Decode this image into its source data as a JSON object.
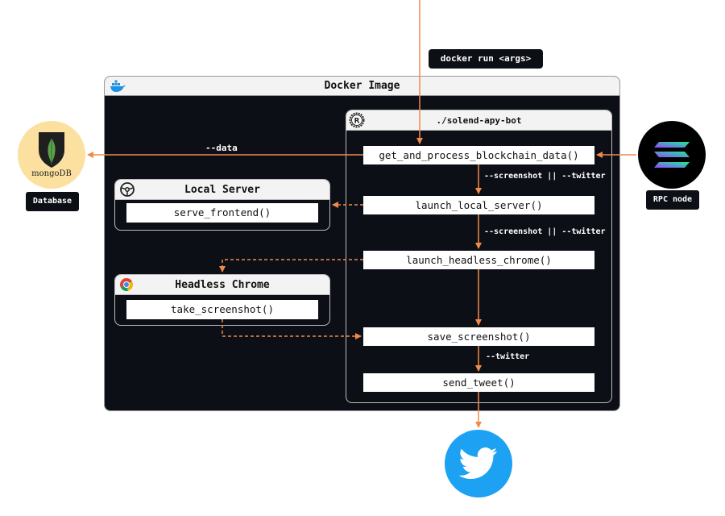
{
  "command_label": "docker run <args>",
  "docker_image": {
    "title": "Docker Image",
    "icon": "docker-whale-icon"
  },
  "bot": {
    "title": "./solend-apy-bot",
    "icon": "rust-icon",
    "steps": [
      "get_and_process_blockchain_data()",
      "launch_local_server()",
      "launch_headless_chrome()",
      "save_screenshot()",
      "send_tweet()"
    ],
    "edge_labels": [
      "--screenshot || --twitter",
      "--screenshot || --twitter",
      "--twitter"
    ]
  },
  "local_server": {
    "title": "Local Server",
    "icon": "steering-wheel-icon",
    "function": "serve_frontend()"
  },
  "headless_chrome": {
    "title": "Headless Chrome",
    "icon": "chrome-icon",
    "function": "take_screenshot()"
  },
  "database": {
    "logo_text": "mongoDB",
    "label": "Database",
    "data_label": "--data"
  },
  "rpc": {
    "label": "RPC node",
    "icon": "solana-logo-icon"
  },
  "twitter": {
    "icon": "twitter-bird-icon"
  },
  "colors": {
    "arrow": "#f08a4b",
    "background": "#0d0f16",
    "twitter": "#1da1f2",
    "mongo_bg": "#fbe0a0"
  }
}
